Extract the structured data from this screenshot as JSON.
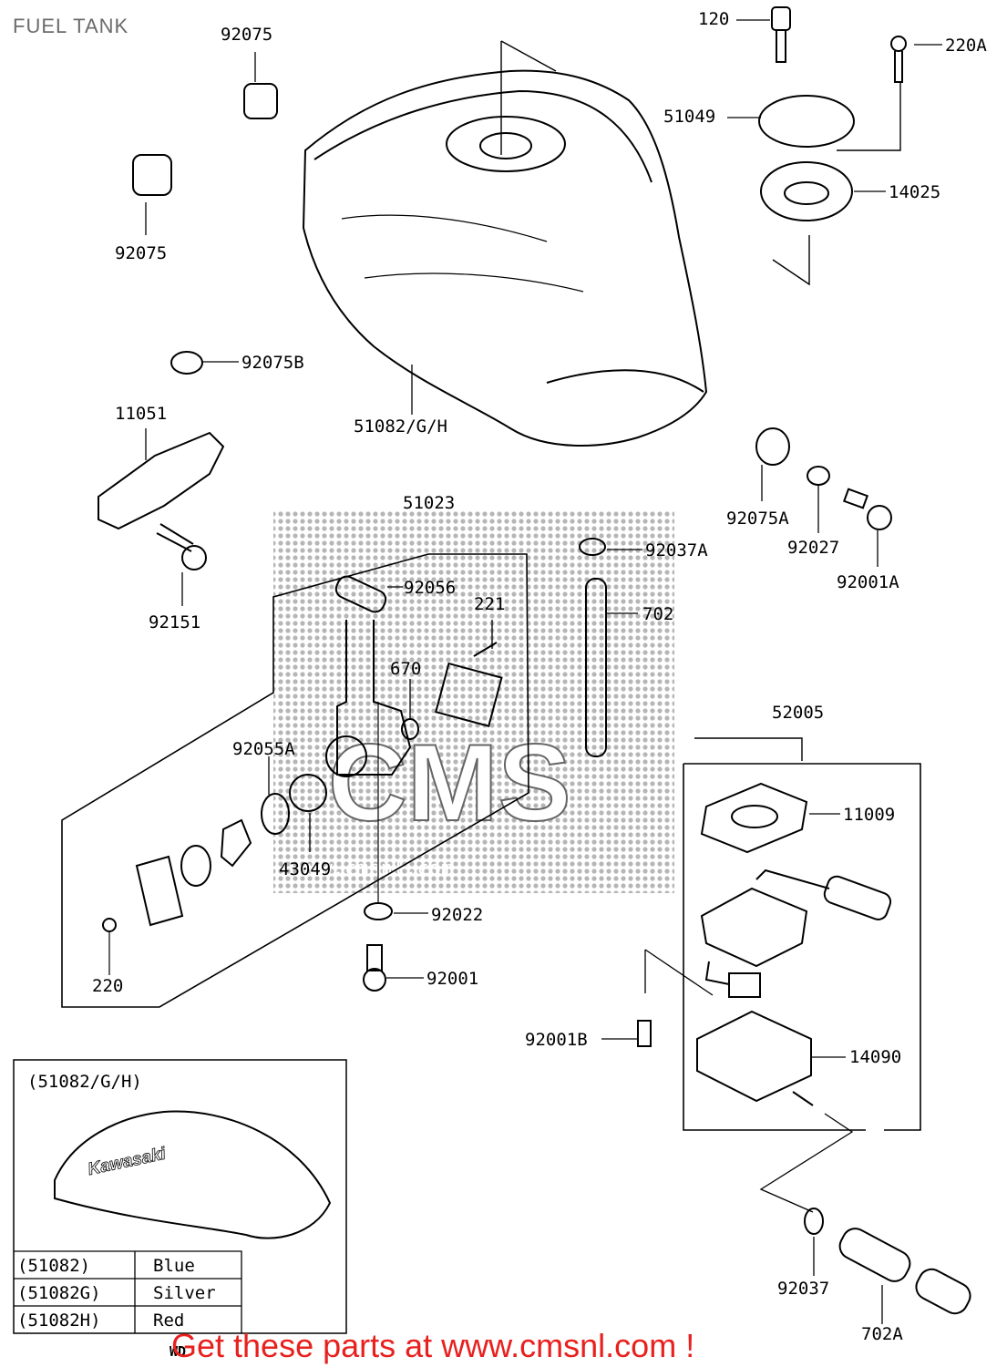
{
  "page": {
    "title": "FUEL TANK",
    "promo": "Get these parts at www.cmsnl.com !",
    "footer_code": "WD"
  },
  "watermark": {
    "text": "CMS",
    "url": "www.cmsnl.com",
    "color": "#8a8a8a"
  },
  "part_labels": {
    "p120": "120",
    "p220A": "220A",
    "p51049": "51049",
    "p14025": "14025",
    "p92075_top": "92075",
    "p92075_left": "92075",
    "p92075B": "92075B",
    "p51082GH": "51082/G/H",
    "p11051": "11051",
    "p92151": "92151",
    "p51023": "51023",
    "p92056": "92056",
    "p221": "221",
    "p670": "670",
    "p702": "702",
    "p92037A": "92037A",
    "p92075A": "92075A",
    "p92027": "92027",
    "p92001A": "92001A",
    "p52005": "52005",
    "p11009": "11009",
    "p92055A": "92055A",
    "p43049": "43049",
    "p92022": "92022",
    "p220": "220",
    "p92001": "92001",
    "p92001B": "92001B",
    "p14090": "14090",
    "p92037": "92037",
    "p702A": "702A"
  },
  "color_table": {
    "caption": "(51082/G/H)",
    "badge_text": "Kawasaki",
    "rows": [
      {
        "part": "(51082)",
        "color": "Blue"
      },
      {
        "part": "(51082G)",
        "color": "Silver"
      },
      {
        "part": "(51082H)",
        "color": "Red"
      }
    ]
  }
}
